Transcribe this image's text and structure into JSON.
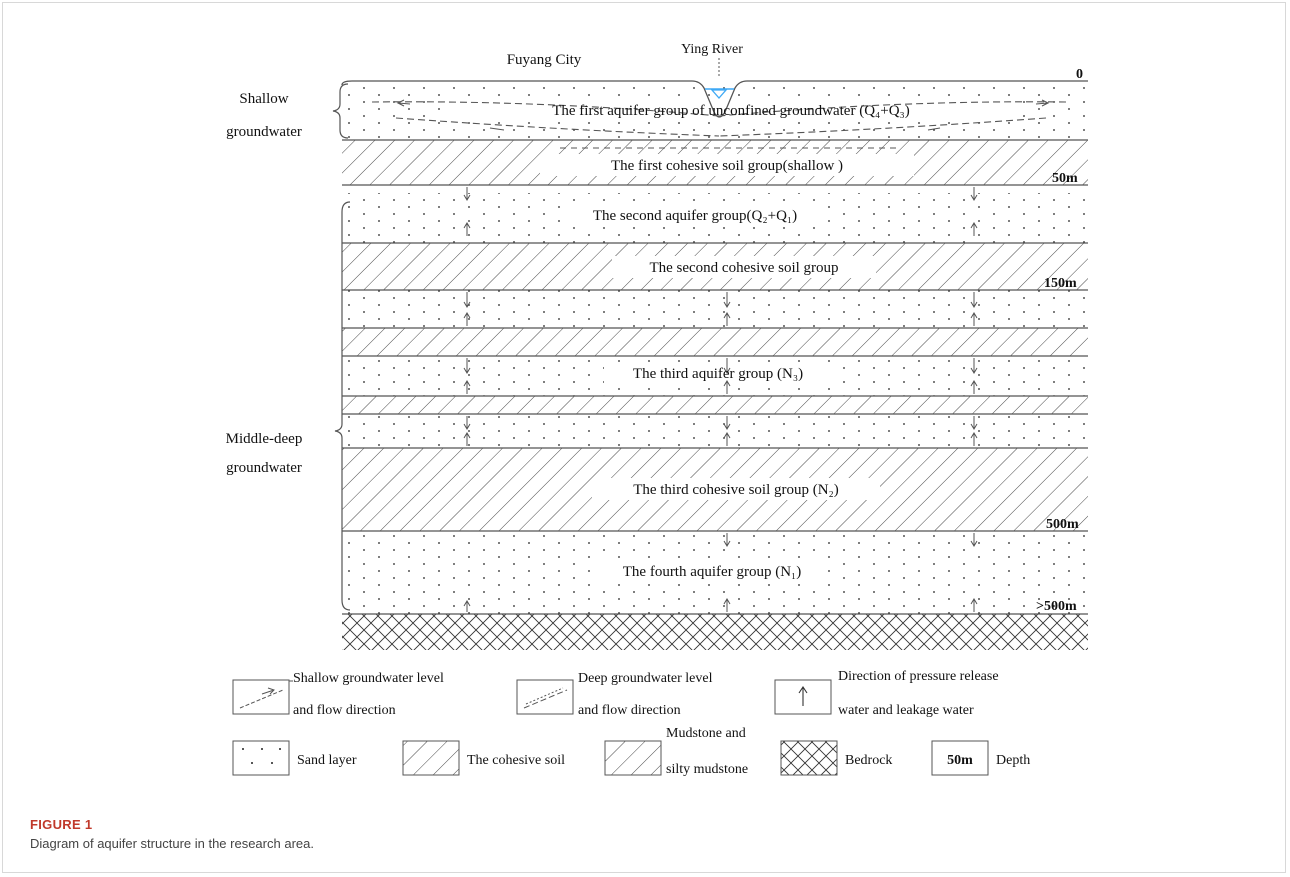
{
  "top_labels": {
    "city": "Fuyang City",
    "river": "Ying River"
  },
  "groups": {
    "shallow": [
      "Shallow",
      "groundwater"
    ],
    "middle_deep": [
      "Middle-deep",
      "groundwater"
    ]
  },
  "layers": {
    "aquifer1": "The first aquifer group of unconfined groundwater (Q₄+Q₃)",
    "cohesive1": "The first cohesive soil group(shallow )",
    "aquifer2": "The second aquifer group(Q₂+Q₁)",
    "cohesive2": "The second cohesive soil group",
    "aquifer3": "The third aquifer group (N₃)",
    "cohesive3": "The third cohesive soil group (N₂)",
    "aquifer4": "The fourth aquifer group (N₁)"
  },
  "depths": {
    "d0": "0",
    "d50": "50m",
    "d150": "150m",
    "d500": "500m",
    "d500plus": ">500m"
  },
  "legend": {
    "shallow_level": [
      "Shallow groundwater level",
      "and flow direction"
    ],
    "deep_level": [
      "Deep groundwater level",
      "and flow direction"
    ],
    "pressure_release": [
      "Direction of pressure release",
      "water and leakage water"
    ],
    "sand": "Sand layer",
    "cohesive": "The cohesive soil",
    "mudstone": [
      "Mudstone and",
      "silty mudstone"
    ],
    "bedrock": "Bedrock",
    "depth_box": "50m",
    "depth": "Depth"
  },
  "caption": {
    "label": "FIGURE 1",
    "text": "Diagram of aquifer structure in the research area."
  },
  "colors": {
    "river_water": "#3fa9f5",
    "figure_label": "#c0392b"
  }
}
